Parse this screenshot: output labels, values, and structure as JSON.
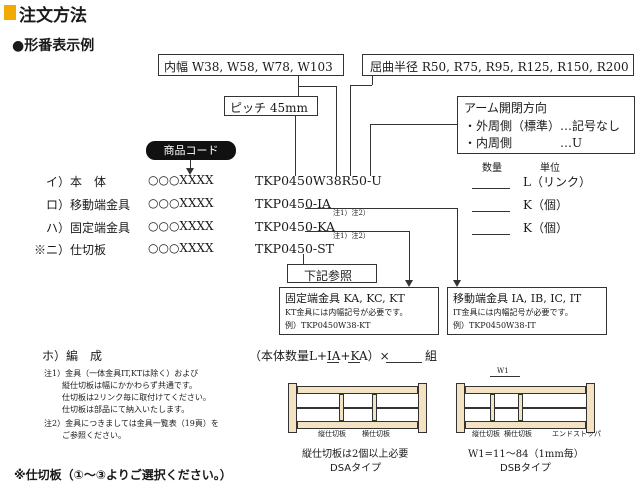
{
  "header": {
    "title": "注文方法",
    "accent_color": "#f2a900"
  },
  "section": {
    "title": "●形番表示例"
  },
  "callouts": {
    "width": "内幅 W38, W58, W78, W103",
    "radius": "屈曲半径 R50, R75, R95, R125, R150, R200",
    "pitch": "ピッチ 45mm",
    "arm_title": "アーム開閉方向",
    "arm_line1": "・外周側（標準）…記号なし",
    "arm_line2": "・内周側　　　　…U",
    "product_code": "商品コード"
  },
  "columns": {
    "qty": "数量",
    "unit": "単位"
  },
  "rows": [
    {
      "label": "イ）本　体",
      "code": "○○○XXXX",
      "model": "TKP0450W38R50-U",
      "unit": "L（リンク）"
    },
    {
      "label": "ロ）移動端金具",
      "code": "○○○XXXX",
      "model": "TKP0450-IA",
      "unit": "K（個）"
    },
    {
      "label": "ハ）固定端金具",
      "code": "○○○XXXX",
      "model": "TKP0450-KA",
      "unit": "K（個）"
    },
    {
      "label": "※ニ）仕切板",
      "code": "○○○XXXX",
      "model": "TKP0450-ST",
      "unit": ""
    }
  ],
  "notes_small": {
    "note1": "注1）注2）",
    "note2": "注1）注2）"
  },
  "see_below": "下記参照",
  "fixed_box": {
    "title": "固定端金具 KA, KC, KT",
    "line1": "KT金具には内幅記号が必要です。",
    "line2": "例）TKP0450W38-KT"
  },
  "moving_box": {
    "title": "移動端金具 IA, IB, IC, IT",
    "line1": "IT金具には内幅記号が必要です。",
    "line2": "例）TKP0450W38-IT"
  },
  "composition": {
    "label": "ホ）編　成",
    "formula": "（本体数量L+IA+KA）×",
    "unit": "組",
    "notes": [
      "注1）金具（一体金具IT,KTは除く）および",
      "縦仕切板は幅にかかわらず共通です。",
      "仕切板は2リンク毎に取付けてください。",
      "仕切板は部品にて納入いたします。",
      "注2）金具につきましては金具一覧表（19頁）を",
      "ご参照ください。"
    ]
  },
  "diagram_dsa": {
    "label_a": "縦仕切板",
    "label_b": "横仕切板",
    "caption1": "縦仕切板は2個以上必要",
    "caption2": "DSAタイプ"
  },
  "diagram_dsb": {
    "label_w": "W1",
    "label_a": "縦仕切板",
    "label_b": "横仕切板",
    "label_c": "エンドストッパ",
    "caption1": "W1=11～84（1mm毎）",
    "caption2": "DSBタイプ"
  },
  "footer": {
    "text": "※仕切板（①～③よりご選択ください。）"
  }
}
